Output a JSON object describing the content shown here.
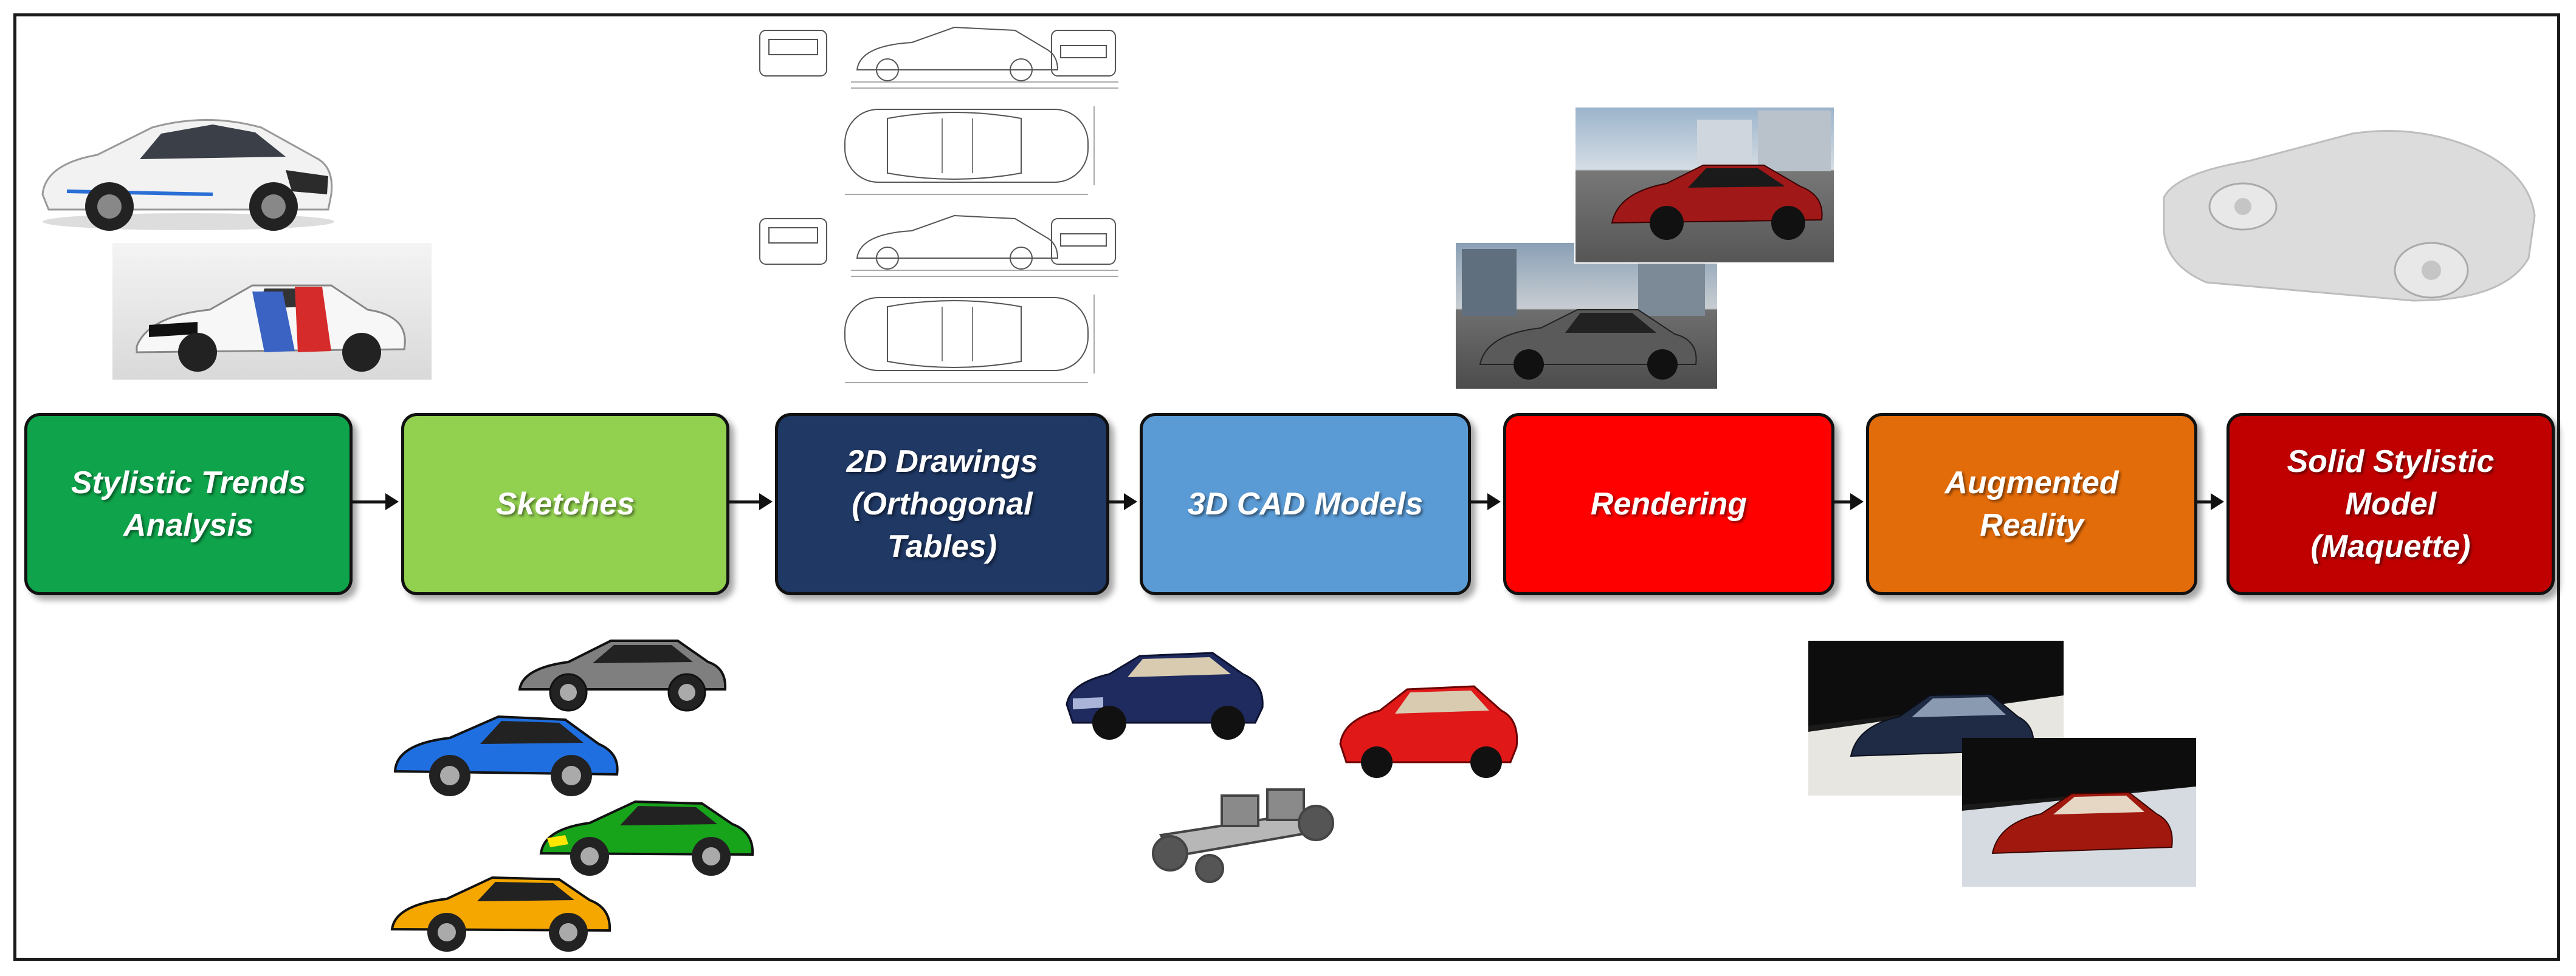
{
  "colors": {
    "stylistic": "#0fa44b",
    "sketches": "#92d050",
    "drawings": "#1f3864",
    "cad": "#5b9bd5",
    "rendering": "#ff0000",
    "ar": "#e36c0a",
    "solid": "#c00000"
  },
  "steps": [
    {
      "label": "Stylistic Trends\nAnalysis"
    },
    {
      "label": "Sketches"
    },
    {
      "label": "2D Drawings\n(Orthogonal\nTables)"
    },
    {
      "label": "3D CAD Models"
    },
    {
      "label": "Rendering"
    },
    {
      "label": "Augmented\nReality"
    },
    {
      "label": "Solid Stylistic\nModel\n(Maquette)"
    }
  ],
  "icons": [
    "car-photo-icon",
    "race-car-photo-icon",
    "orthographic-drawing-icon",
    "render-photo-icon",
    "clay-model-icon",
    "sketch-car-icon",
    "cad-car-icon",
    "chassis-icon",
    "ar-car-icon"
  ]
}
